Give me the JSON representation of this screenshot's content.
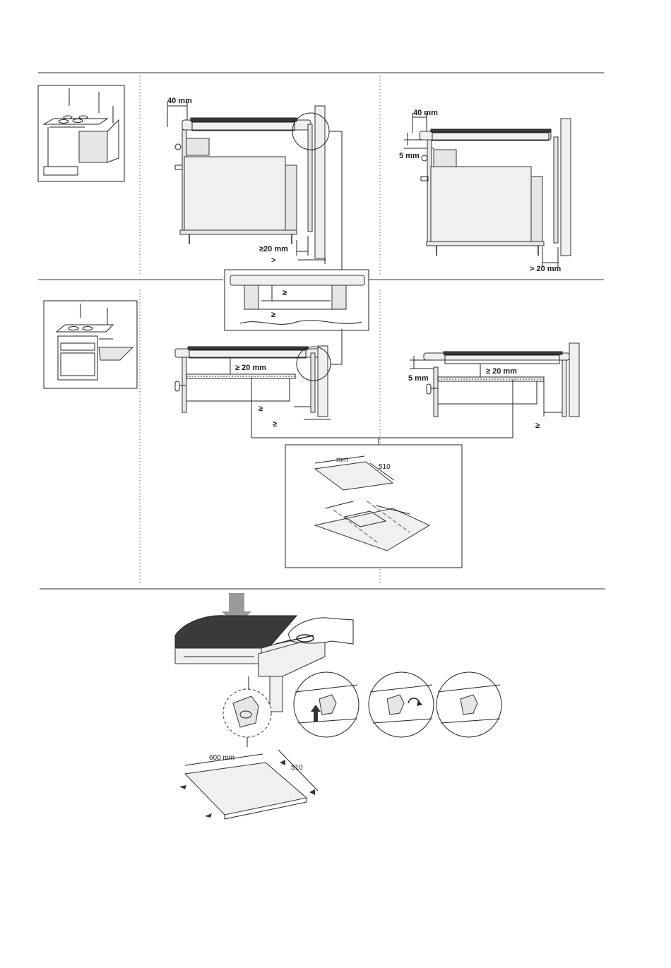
{
  "labels": {
    "top_left_40": "40 mm",
    "top_left_20": "≥20 mm",
    "top_left_gt": ">",
    "top_right_40": "40 mm",
    "top_right_5": "5 mm",
    "top_right_20": "> 20 mm",
    "detail_ge_top": "≥",
    "detail_ge_bottom": "≥",
    "mid_left_20": "≥ 20 mm",
    "mid_left_ge1": "≥",
    "mid_left_ge2": "≥",
    "mid_right_5": "5 mm",
    "mid_right_20": "≥ 20 mm",
    "mid_right_ge": "≥",
    "cut_mm": "mm",
    "cut_510": "510",
    "bottom_600": "600 mm",
    "bottom_510": "510"
  },
  "icons": [
    "arrow-down-icon",
    "hand-icon",
    "clip-icon",
    "rotate-icon",
    "arrow-up-icon"
  ],
  "colors": {
    "line": "#222222",
    "fill_grey": "#e6e6e6",
    "hob_top": "#3a3a3a"
  }
}
